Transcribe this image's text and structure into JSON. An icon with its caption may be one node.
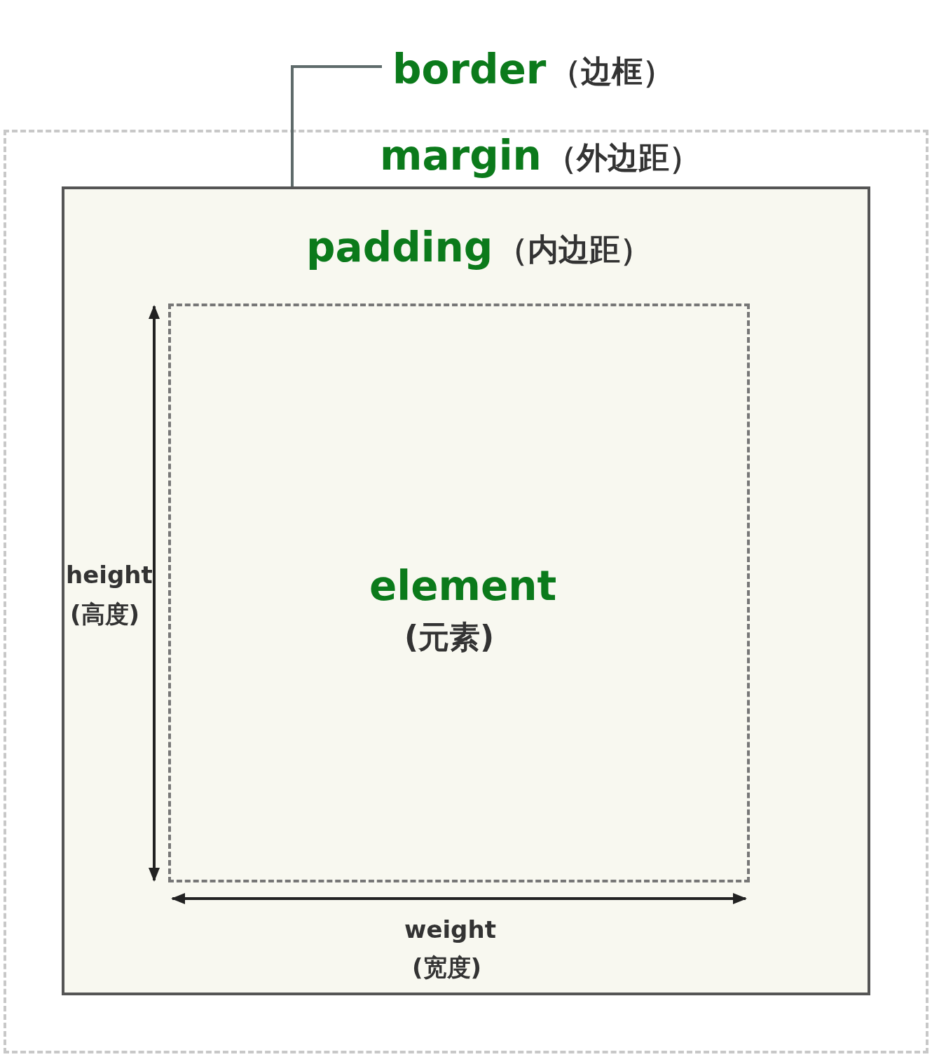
{
  "diagram": {
    "nodes": [
      {
        "text": [
          "margin",
          "（外边距）"
        ]
      },
      {
        "text": [
          "padding",
          "（内边距）"
        ],
        "in": 0
      },
      {
        "text": [
          "element",
          "(元素)"
        ],
        "in": 1
      },
      {
        "text": [
          "border",
          "（边框）"
        ]
      }
    ],
    "edges": [
      {
        "from": 3,
        "to": 1,
        "arrow": "none"
      }
    ],
    "labels": [
      "height",
      "(高度)",
      "weight",
      "(宽度)"
    ]
  }
}
